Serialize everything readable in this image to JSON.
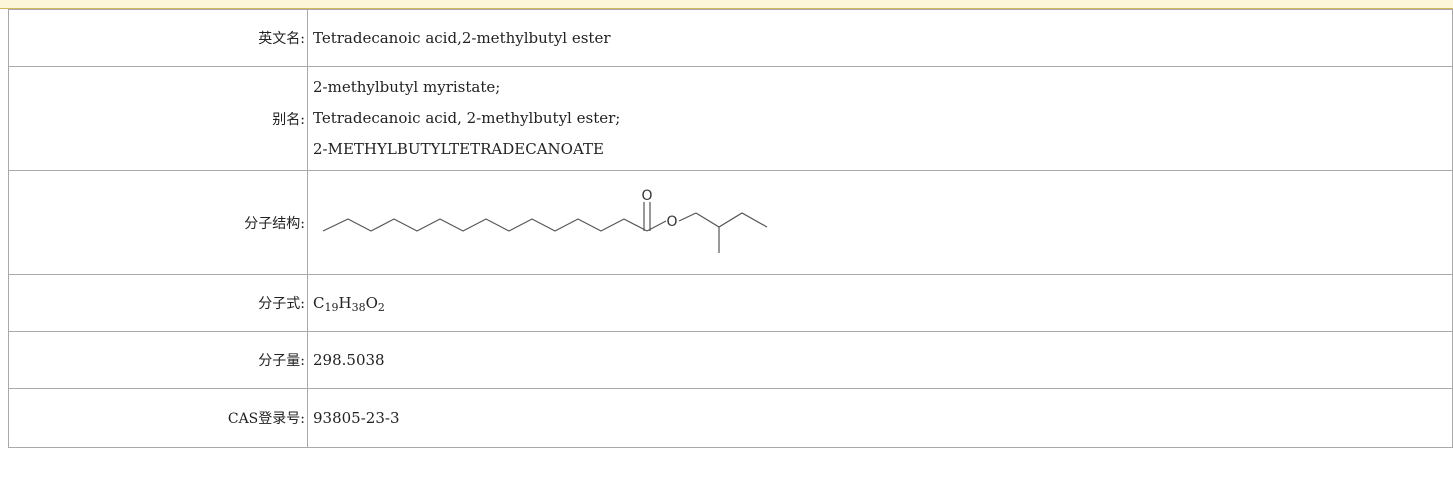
{
  "rows": {
    "english_name": {
      "label": "英文名:",
      "value": "Tetradecanoic acid,2-methylbutyl ester"
    },
    "aliases": {
      "label": "别名:",
      "values": [
        "2-methylbutyl myristate;",
        "Tetradecanoic acid, 2-methylbutyl ester;",
        "2-METHYLBUTYLTETRADECANOATE"
      ]
    },
    "structure": {
      "label": "分子结构:",
      "carbonyl_atom": "O",
      "ester_atom": "O"
    },
    "formula": {
      "label": "分子式:",
      "parts": [
        "C",
        "19",
        "H",
        "38",
        "O",
        "2"
      ]
    },
    "mol_weight": {
      "label": "分子量:",
      "value": "298.5038"
    },
    "cas": {
      "label": "CAS登录号:",
      "value": "93805-23-3"
    }
  },
  "colors": {
    "header_band": "#fdf6d8",
    "header_border": "#d3b760",
    "cell_border": "#a9a9a9"
  }
}
